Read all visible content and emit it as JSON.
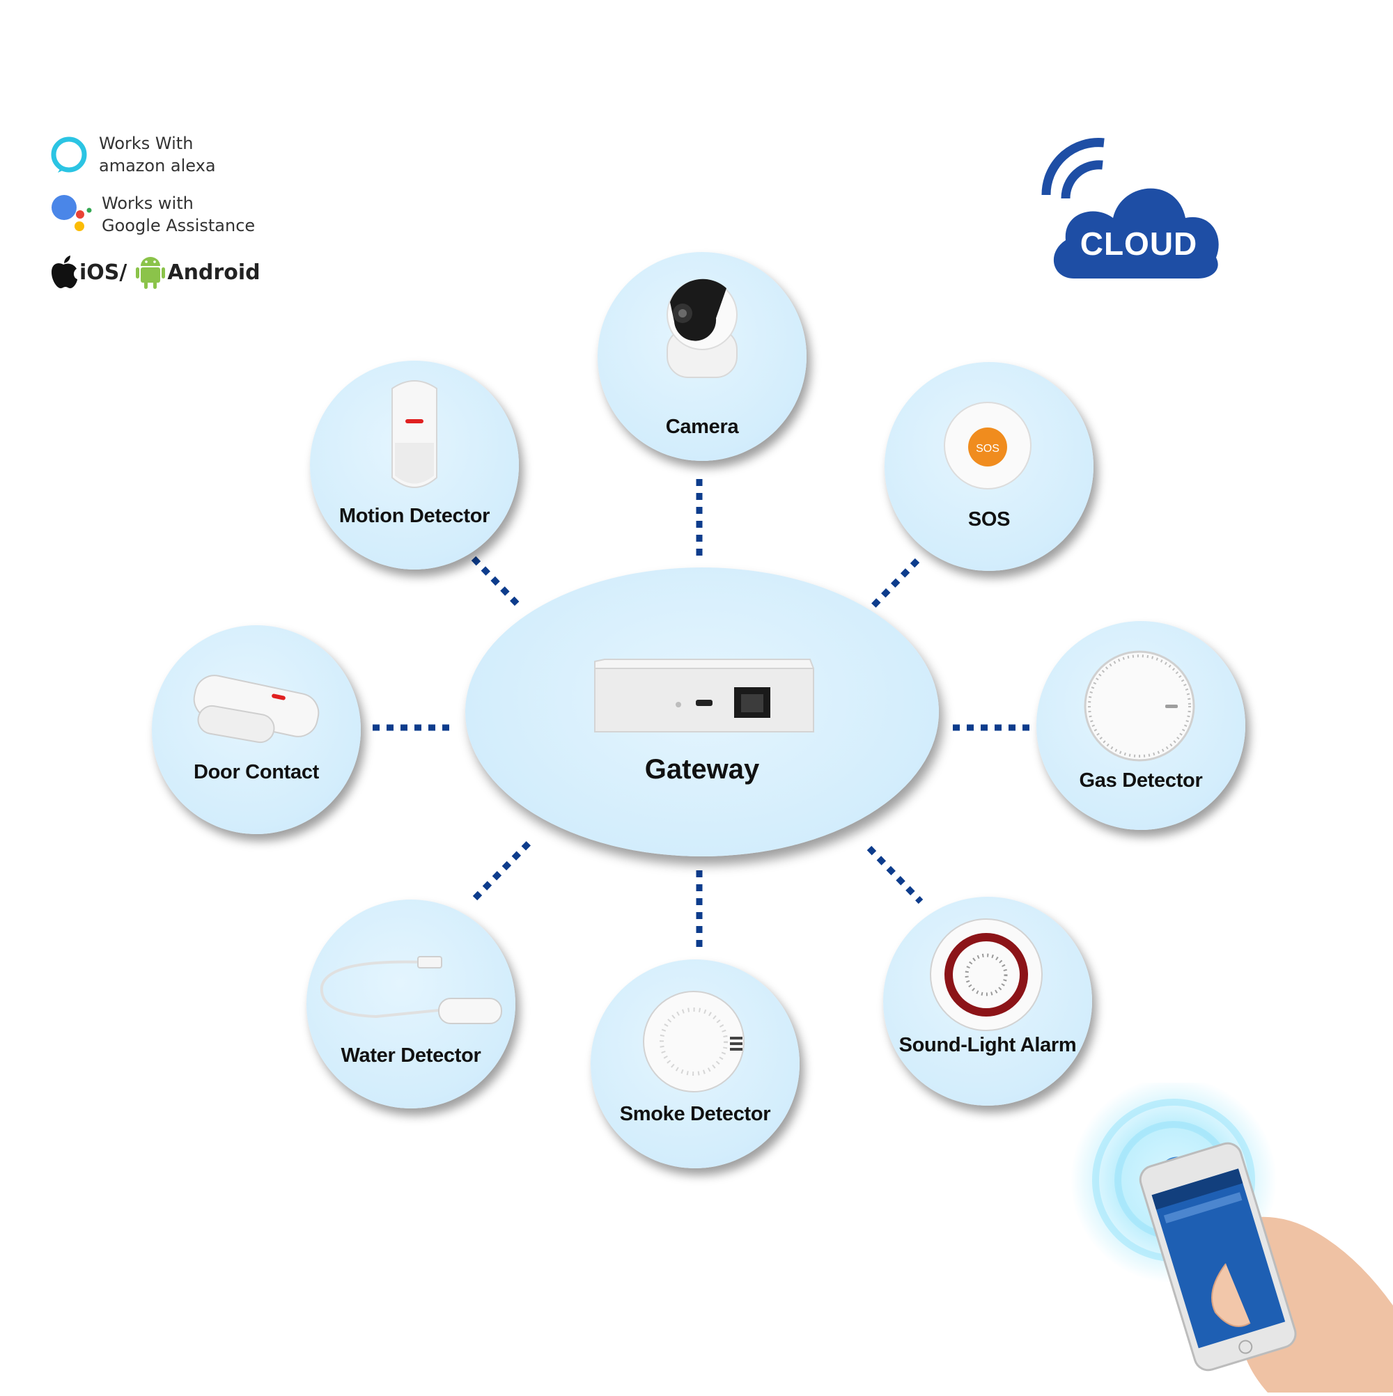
{
  "compat": {
    "alexa": {
      "line1": "Works With",
      "line2": "amazon alexa"
    },
    "google": {
      "line1": "Works with",
      "line2": "Google Assistance"
    },
    "ios": "iOS/",
    "android": "Android"
  },
  "cloud": {
    "label": "CLOUD"
  },
  "gateway": {
    "label": "Gateway"
  },
  "devices": {
    "camera": "Camera",
    "motion": "Motion Detector",
    "sos": "SOS",
    "sos_button": "SOS",
    "door": "Door Contact",
    "gas": "Gas Detector",
    "water": "Water Detector",
    "smoke": "Smoke Detector",
    "alarm": "Sound-Light Alarm"
  },
  "colors": {
    "node_fill": "#d3edfc",
    "link": "#0d3c8c",
    "cloud": "#1e4ea5",
    "alexa": "#2bc4e3",
    "sos_button": "#f08c1e",
    "alarm_ring": "#8c1418"
  }
}
